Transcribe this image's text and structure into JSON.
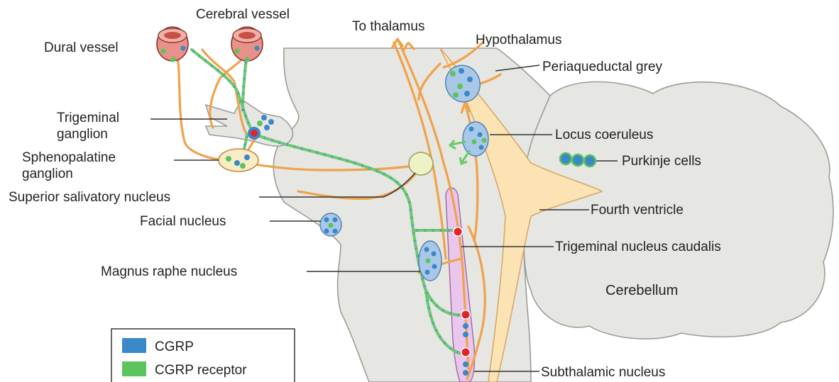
{
  "labels": {
    "dural_vessel": "Dural vessel",
    "cerebral_vessel": "Cerebral vessel",
    "to_thalamus": "To thalamus",
    "hypothalamus": "Hypothalamus",
    "periaqueductal_grey": "Periaqueductal grey",
    "trigeminal_ganglion_1": "Trigeminal",
    "trigeminal_ganglion_2": "ganglion",
    "locus_coeruleus": "Locus coeruleus",
    "sphenopalatine_1": "Sphenopalatine",
    "sphenopalatine_2": "ganglion",
    "purkinje_cells": "Purkinje cells",
    "superior_salivatory": "Superior salivatory nucleus",
    "fourth_ventricle": "Fourth ventricle",
    "facial_nucleus": "Facial nucleus",
    "trigeminal_caudalis": "Trigeminal nucleus caudalis",
    "magnus_raphe": "Magnus raphe nucleus",
    "cerebellum": "Cerebellum",
    "subthalamic": "Subthalamic nucleus"
  },
  "legend": {
    "items": [
      {
        "label": "CGRP",
        "color": "#3a88c8"
      },
      {
        "label": "CGRP receptor",
        "color": "#5cc45c"
      }
    ]
  },
  "colors": {
    "nerve": "#f0a24a",
    "cgrp": "#3a88c8",
    "cgrp_receptor": "#5cc45c",
    "synapse": "#e0242a",
    "fourth_ventricle": "#fbe3b4",
    "trigeminal_caudalis": "#ebc6ec",
    "tissue": "#e6e6e3"
  }
}
